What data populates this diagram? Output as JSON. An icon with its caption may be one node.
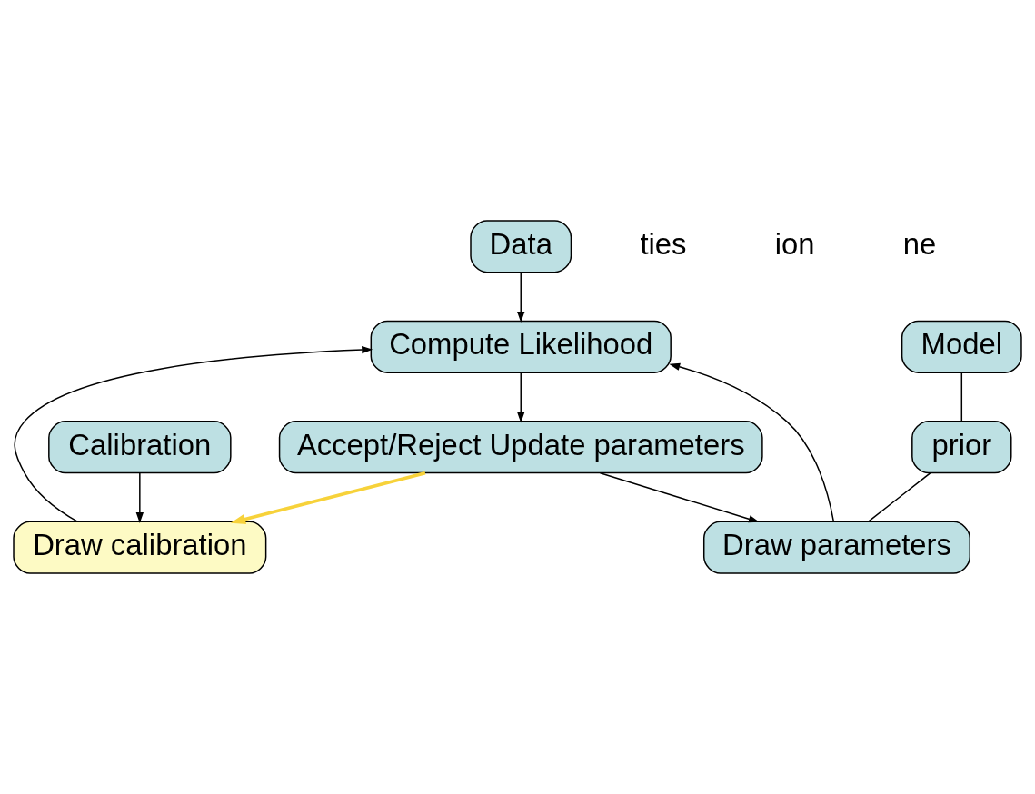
{
  "diagram": {
    "nodes": [
      {
        "text": [
          "Data"
        ]
      },
      {
        "text": [
          "Model"
        ]
      },
      {
        "text": [
          "prior"
        ]
      },
      {
        "text": [
          "Calibration"
        ]
      },
      {
        "text": [
          "Draw calibration"
        ]
      },
      {
        "text": [
          "Draw parameters"
        ]
      },
      {
        "text": [
          "Compute Likelihood"
        ]
      },
      {
        "text": [
          "Accept/Reject Update parameters"
        ]
      }
    ],
    "edges": [
      {
        "from": 0,
        "to": 6,
        "arrow": "to"
      },
      {
        "from": 1,
        "to": 2,
        "arrow": "none"
      },
      {
        "from": 2,
        "to": 5,
        "arrow": "none"
      },
      {
        "from": 3,
        "to": 4,
        "arrow": "to"
      },
      {
        "from": 4,
        "to": 6,
        "arrow": "to"
      },
      {
        "from": 5,
        "to": 6,
        "arrow": "to"
      },
      {
        "from": 6,
        "to": 7,
        "arrow": "to"
      },
      {
        "from": 7,
        "to": 5,
        "arrow": "to"
      },
      {
        "from": 7,
        "to": 4,
        "arrow": "to",
        "style": "thick",
        "color": "#f7d23a"
      }
    ],
    "labels": [
      "ties",
      "ion",
      "ne"
    ]
  }
}
